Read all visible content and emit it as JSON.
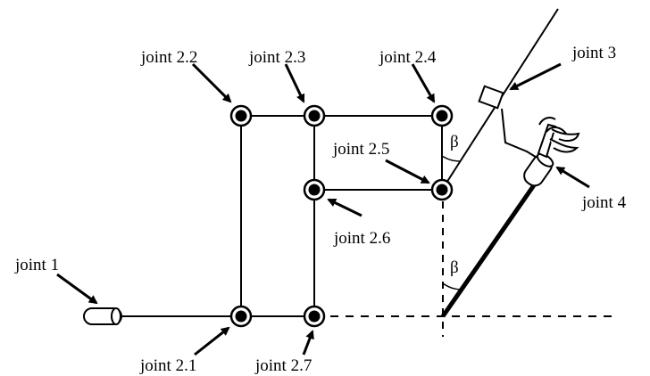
{
  "labels": {
    "j1": "joint 1",
    "j21": "joint 2.1",
    "j22": "joint 2.2",
    "j23": "joint 2.3",
    "j24": "joint 2.4",
    "j25": "joint 2.5",
    "j26": "joint 2.6",
    "j27": "joint 2.7",
    "j3": "joint 3",
    "j4": "joint 4",
    "beta_upper": "β",
    "beta_lower": "β"
  },
  "colors": {
    "ink": "#000000",
    "background": "#ffffff"
  }
}
